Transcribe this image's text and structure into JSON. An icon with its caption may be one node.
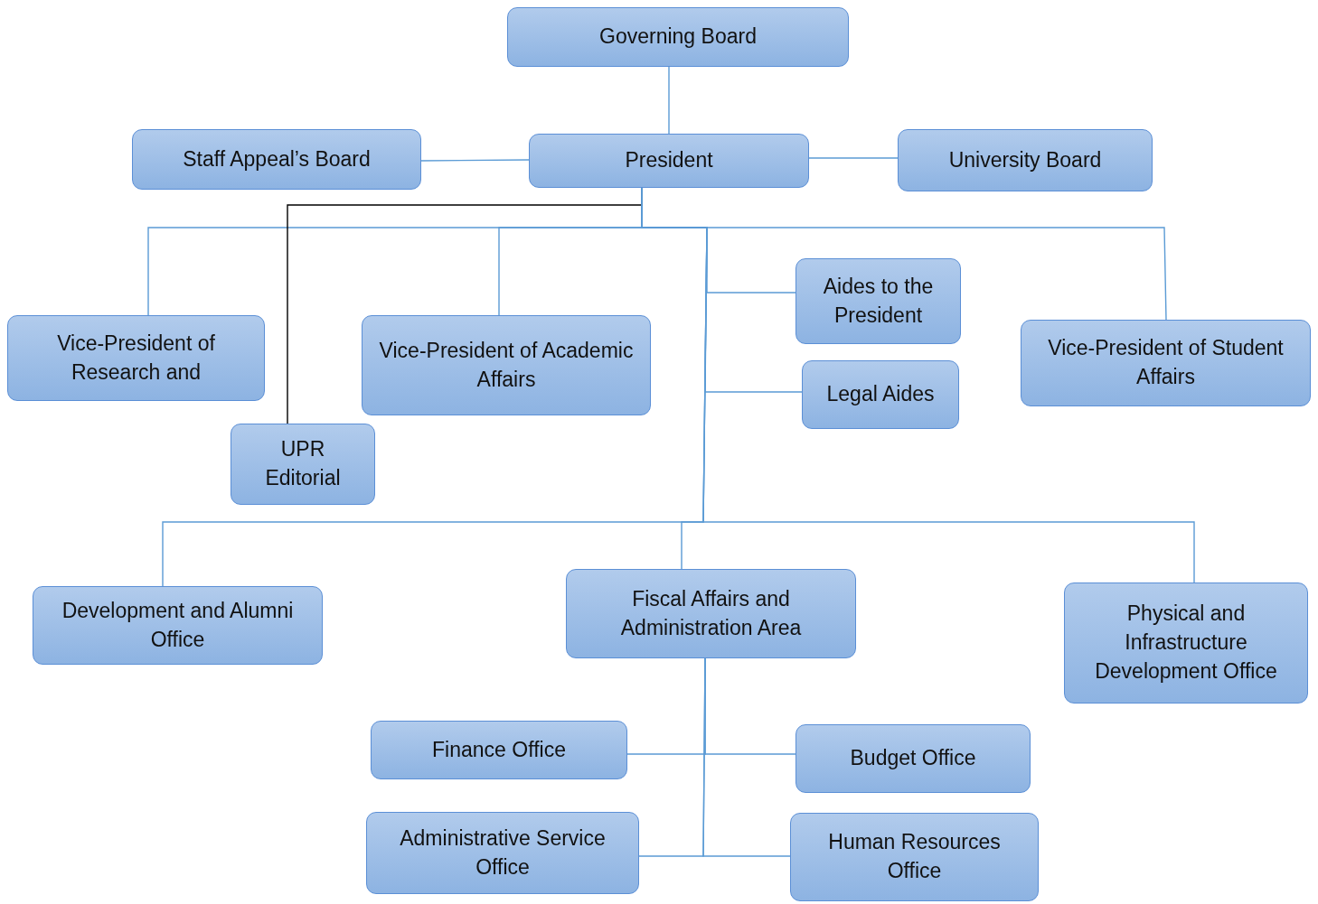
{
  "diagram": {
    "nodes": [
      {
        "text": [
          "Governing Board"
        ]
      },
      {
        "text": [
          "Staff Appeal’s Board"
        ]
      },
      {
        "text": [
          "President"
        ]
      },
      {
        "text": [
          "University Board"
        ]
      },
      {
        "text": [
          "Vice-President of Research and"
        ]
      },
      {
        "text": [
          "UPR Editorial"
        ]
      },
      {
        "text": [
          "Vice-President of Academic Affairs"
        ]
      },
      {
        "text": [
          "Aides to the President"
        ]
      },
      {
        "text": [
          "Legal Aides"
        ]
      },
      {
        "text": [
          "Vice-President of Student Affairs"
        ]
      },
      {
        "text": [
          "Development and Alumni Office"
        ]
      },
      {
        "text": [
          "Fiscal Affairs and Administration Area"
        ]
      },
      {
        "text": [
          "Physical and Infrastructure Development Office"
        ]
      },
      {
        "text": [
          "Finance Office"
        ]
      },
      {
        "text": [
          "Budget Office"
        ]
      },
      {
        "text": [
          "Administrative Service Office"
        ]
      },
      {
        "text": [
          "Human Resources Office"
        ]
      }
    ],
    "edges": [
      {
        "from": 0,
        "to": 2,
        "arrow": "none"
      },
      {
        "from": 2,
        "to": 1,
        "arrow": "none"
      },
      {
        "from": 2,
        "to": 3,
        "arrow": "none"
      },
      {
        "from": 2,
        "to": 4,
        "arrow": "none"
      },
      {
        "from": 2,
        "to": 6,
        "arrow": "none"
      },
      {
        "from": 2,
        "to": 9,
        "arrow": "none"
      },
      {
        "from": 2,
        "to": 7,
        "arrow": "none"
      },
      {
        "from": 2,
        "to": 8,
        "arrow": "none"
      },
      {
        "from": 2,
        "to": 5,
        "arrow": "none",
        "color": "#000000"
      },
      {
        "from": 2,
        "to": 10,
        "arrow": "none"
      },
      {
        "from": 2,
        "to": 11,
        "arrow": "none"
      },
      {
        "from": 2,
        "to": 12,
        "arrow": "none"
      },
      {
        "from": 11,
        "to": 13,
        "arrow": "none"
      },
      {
        "from": 11,
        "to": 14,
        "arrow": "none"
      },
      {
        "from": 11,
        "to": 15,
        "arrow": "none"
      },
      {
        "from": 11,
        "to": 16,
        "arrow": "none"
      }
    ]
  }
}
